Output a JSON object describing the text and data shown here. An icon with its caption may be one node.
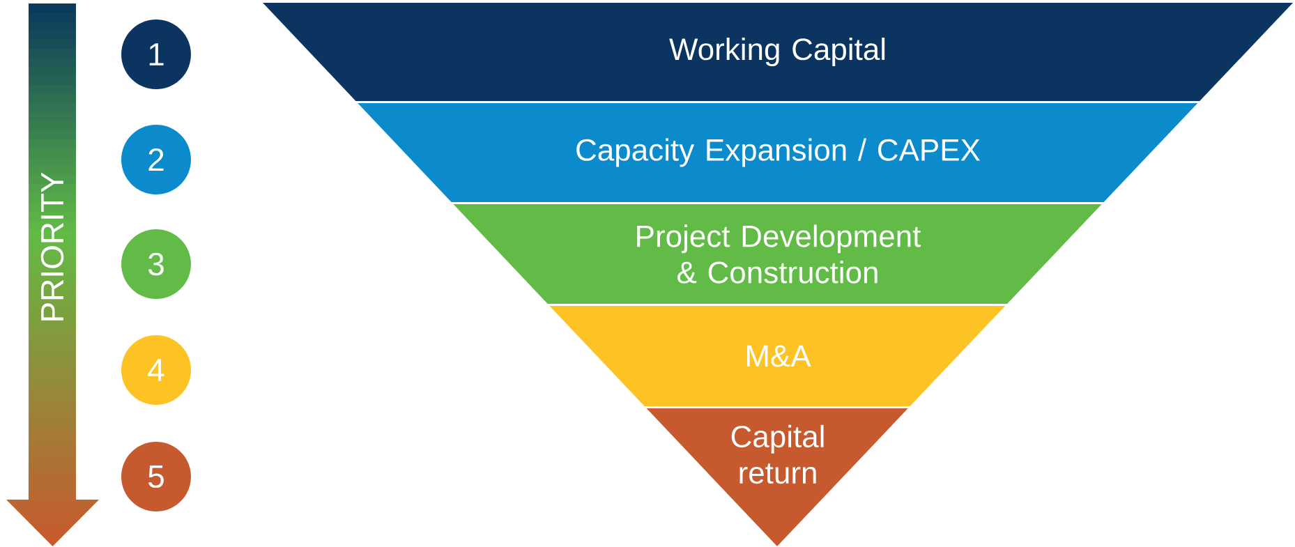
{
  "diagram": {
    "nodes": [
      {
        "text": [
          "1"
        ]
      },
      {
        "text": [
          "2"
        ]
      },
      {
        "text": [
          "3"
        ]
      },
      {
        "text": [
          "4"
        ]
      },
      {
        "text": [
          "5"
        ]
      },
      {
        "text": [
          "Working Capital"
        ]
      },
      {
        "text": [
          "Capacity Expansion / CAPEX"
        ]
      },
      {
        "text": [
          "Project Development & Construction"
        ]
      },
      {
        "text": [
          "M&A"
        ]
      },
      {
        "text": [
          "Capital return"
        ]
      }
    ],
    "labels": [
      "PRIORITY"
    ]
  }
}
